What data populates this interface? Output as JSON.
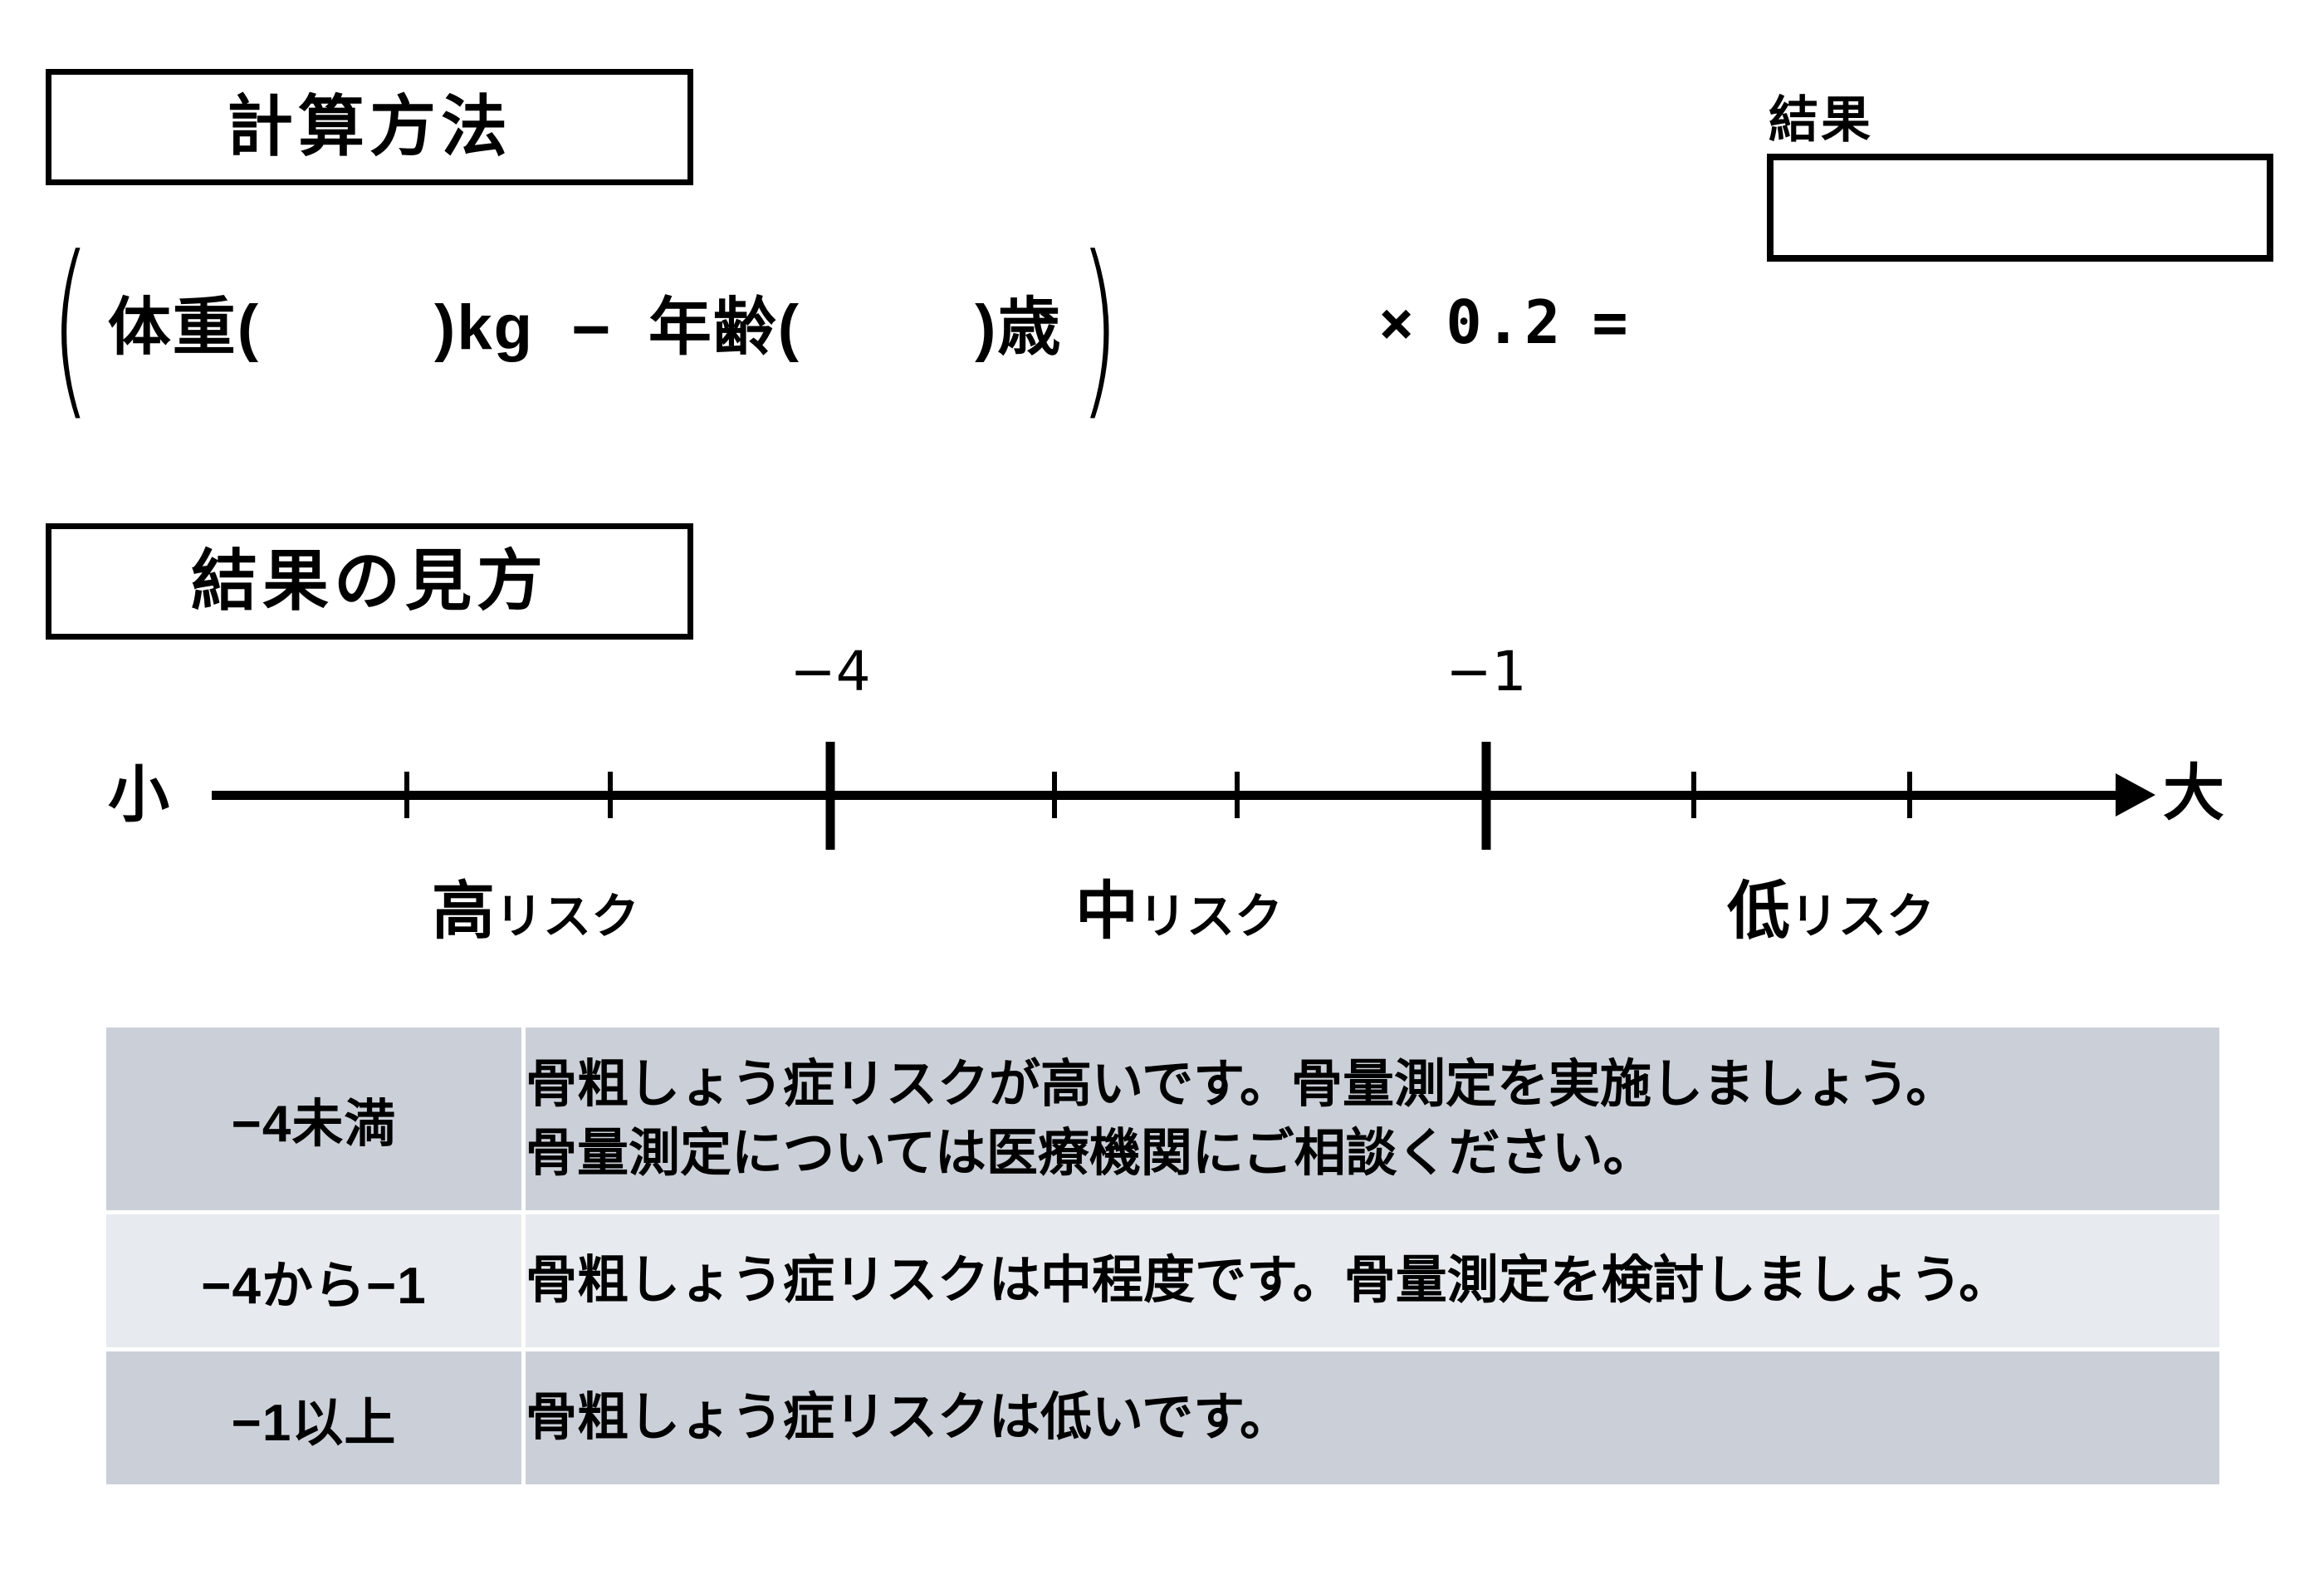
{
  "sections": {
    "calc_method_title": "計算方法",
    "result_guide_title": "結果の見方"
  },
  "formula": {
    "open_paren": "(",
    "close_paren": ")",
    "weight_term_prefix": "体重(",
    "weight_term_suffix": ")kg",
    "minus_operator": "−",
    "age_term_prefix": "年齢(",
    "age_term_suffix": ")歳",
    "multiply_operator": "×",
    "factor": "0.2",
    "equals_operator": "=",
    "result_label": "結果",
    "result_value": ""
  },
  "chart_data": {
    "type": "line",
    "title": "結果の見方",
    "xlabel": "",
    "ylabel": "",
    "axis_start_label": "小",
    "axis_end_label": "大",
    "xlim": [
      -7,
      2
    ],
    "grid": false,
    "legend_position": "none",
    "major_ticks": [
      {
        "value": -4,
        "label": "−4"
      },
      {
        "value": -1,
        "label": "−1"
      }
    ],
    "minor_ticks": [
      {
        "value": -6,
        "label": ""
      },
      {
        "value": -5,
        "label": ""
      },
      {
        "value": -3,
        "label": ""
      },
      {
        "value": -2,
        "label": ""
      },
      {
        "value": 0,
        "label": ""
      },
      {
        "value": 1,
        "label": ""
      }
    ],
    "zones": [
      {
        "level": "高",
        "suffix": "リスク",
        "center": -5.5
      },
      {
        "level": "中",
        "suffix": "リスク",
        "center": -2.5
      },
      {
        "level": "低",
        "suffix": "リスク",
        "center": 0.4
      }
    ]
  },
  "results_table": {
    "rows": [
      {
        "range": "−4未満",
        "description_line1": "骨粗しょう症リスクが高いです。骨量測定を実施しましょう。",
        "description_line2": "骨量測定については医療機関にご相談ください。"
      },
      {
        "range": "−4から−1",
        "description_line1": "骨粗しょう症リスクは中程度です。骨量測定を検討しましょう。",
        "description_line2": ""
      },
      {
        "range": "−1以上",
        "description_line1": "骨粗しょう症リスクは低いです。",
        "description_line2": ""
      }
    ]
  },
  "colors": {
    "row_shade_dark": "#cbd0d8",
    "row_shade_light": "#e7eaee",
    "ink": "#000000",
    "page_background": "#ffffff"
  }
}
